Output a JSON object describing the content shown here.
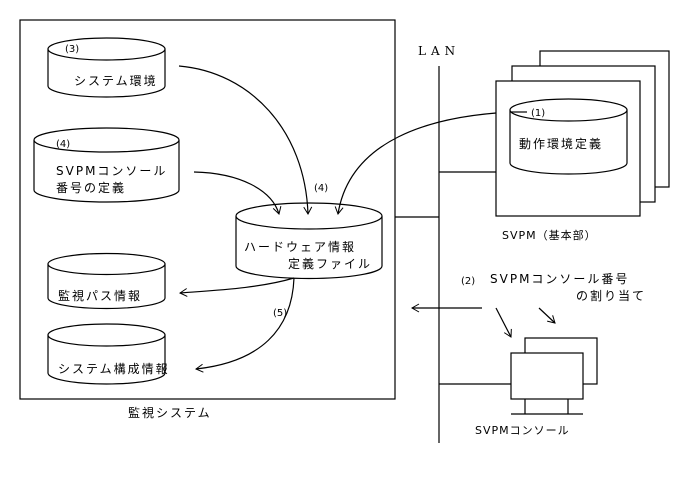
{
  "diagram": {
    "monitoring_system": {
      "caption": "監視システム",
      "system_env": {
        "number": "(3)",
        "label": "システム環境"
      },
      "console_def": {
        "number": "(4)",
        "line1": "SVPMコンソール",
        "line2": "番号の定義"
      },
      "hw_info": {
        "line1": "ハードウェア情報",
        "line2": "定義ファイル"
      },
      "hw_arrow_label": "(4)",
      "monitor_path": {
        "label": "監視パス情報"
      },
      "system_config": {
        "label": "システム構成情報"
      },
      "output_arrow_label": "(5)"
    },
    "lan": {
      "label": "LAN"
    },
    "svpm": {
      "caption": "SVPM（基本部）",
      "op_env": {
        "number": "(1)",
        "label": "動作環境定義"
      }
    },
    "console_assign": {
      "number": "(2)",
      "line1": "SVPMコンソール番号",
      "line2": "の割り当て"
    },
    "svpm_console": {
      "caption": "SVPMコンソール"
    },
    "colors": {
      "line": "#000000",
      "background": "#ffffff"
    }
  }
}
